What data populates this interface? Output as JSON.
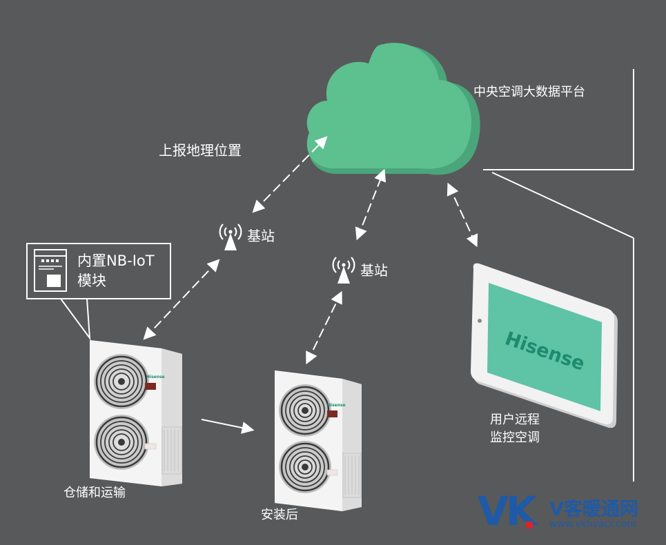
{
  "labels": {
    "platform": "中央空调大数据平台",
    "report_location": "上报地理位置",
    "base_station_1": "基站",
    "base_station_2": "基站",
    "module_line1": "内置NB-IoT",
    "module_line2": "模块",
    "storage_transport": "仓储和运输",
    "after_install": "安装后",
    "remote_line1": "用户远程",
    "remote_line2": "监控空调"
  },
  "tablet": {
    "screen_brand": "Hisense"
  },
  "unit_brand": "Hisense",
  "watermark": {
    "logo": "VK",
    "name": "V客暖通网",
    "url": "www.vkhvacr.com",
    "color": "#1f5aa6"
  },
  "colors": {
    "background": "#58595b",
    "cloud": "#5dc08f",
    "cloud_shade": "#4aa57a",
    "tablet_screen": "#5fc3a6",
    "brand_text": "#1e8a6e"
  }
}
